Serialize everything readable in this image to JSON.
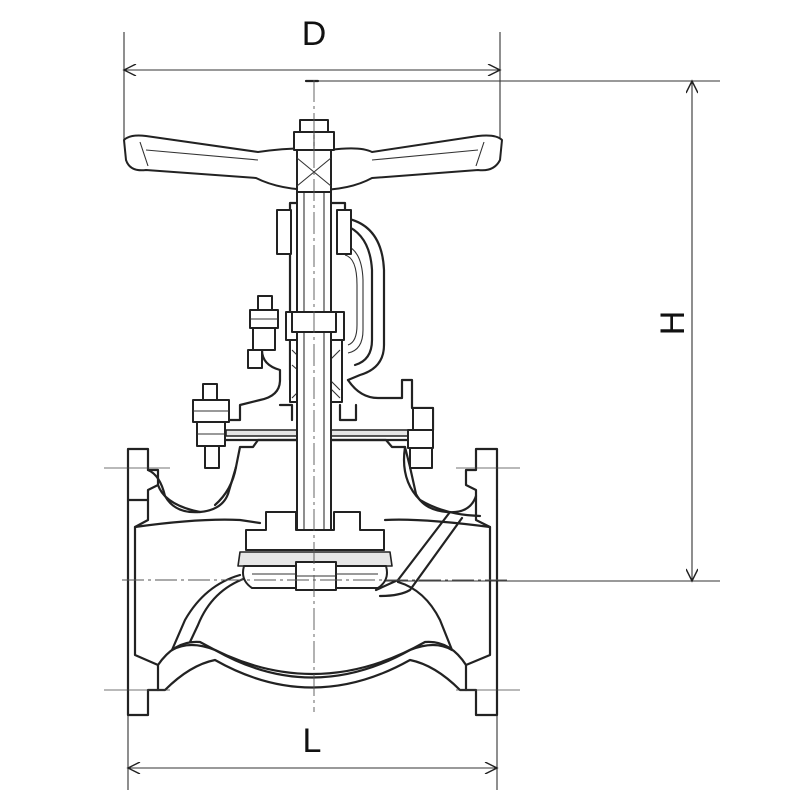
{
  "drawing": {
    "dimensions": {
      "handwheel_diameter": "D",
      "height": "H",
      "face_to_face_length": "L"
    }
  }
}
